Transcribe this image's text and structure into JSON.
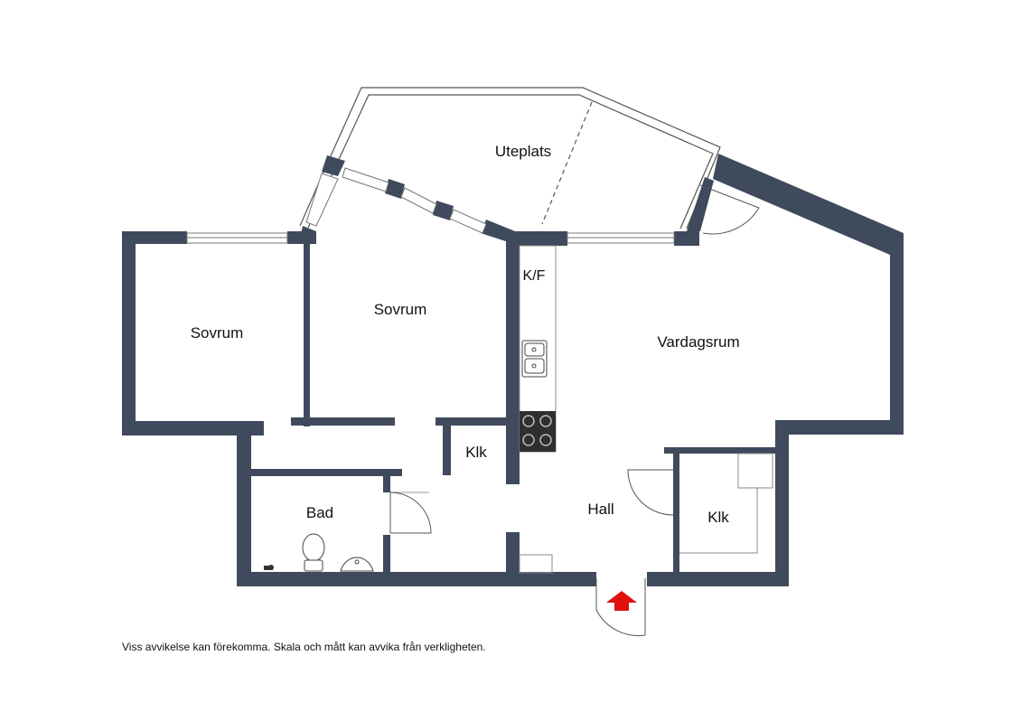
{
  "colors": {
    "wall": "#3f4a5c",
    "entrance_arrow": "#e01010",
    "background": "#ffffff",
    "thin_line": "#777777"
  },
  "rooms": [
    {
      "id": "uteplats",
      "label": "Uteplats"
    },
    {
      "id": "sovrum-1",
      "label": "Sovrum"
    },
    {
      "id": "sovrum-2",
      "label": "Sovrum"
    },
    {
      "id": "kf",
      "label": "K/F"
    },
    {
      "id": "vardagsrum",
      "label": "Vardagsrum"
    },
    {
      "id": "klk-1",
      "label": "Klk"
    },
    {
      "id": "bad",
      "label": "Bad"
    },
    {
      "id": "hall",
      "label": "Hall"
    },
    {
      "id": "klk-2",
      "label": "Klk"
    }
  ],
  "icons": [
    "sink-icon",
    "stove-icon",
    "toilet-icon",
    "washbasin-icon",
    "faucet-icon",
    "entrance-arrow-icon"
  ],
  "disclaimer": "Viss avvikelse kan förekomma. Skala och mått kan avvika från verkligheten."
}
